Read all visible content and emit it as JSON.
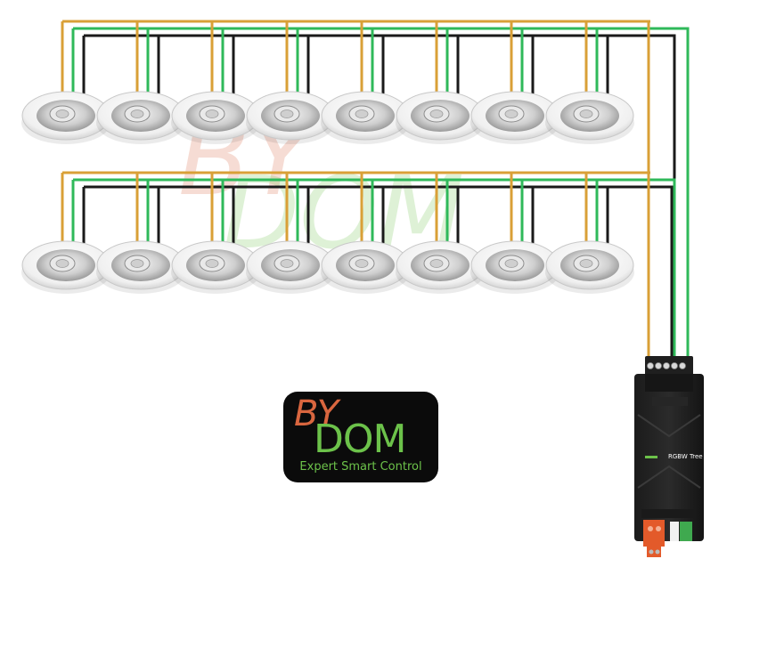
{
  "diagram": {
    "rows": 2,
    "spotlights_per_row": 8,
    "wire_colors": {
      "positive": "#d9a037",
      "ground": "#1a1a1a",
      "signal": "#2fb95a"
    }
  },
  "logo": {
    "by": "BY",
    "dom": "DOM",
    "tagline": "Expert Smart Control",
    "colors": {
      "by": "#d9663f",
      "dom": "#6cc24a",
      "background": "#0b0b0b"
    }
  },
  "device": {
    "label": "RGBW Tree",
    "terminal_count": 5
  }
}
